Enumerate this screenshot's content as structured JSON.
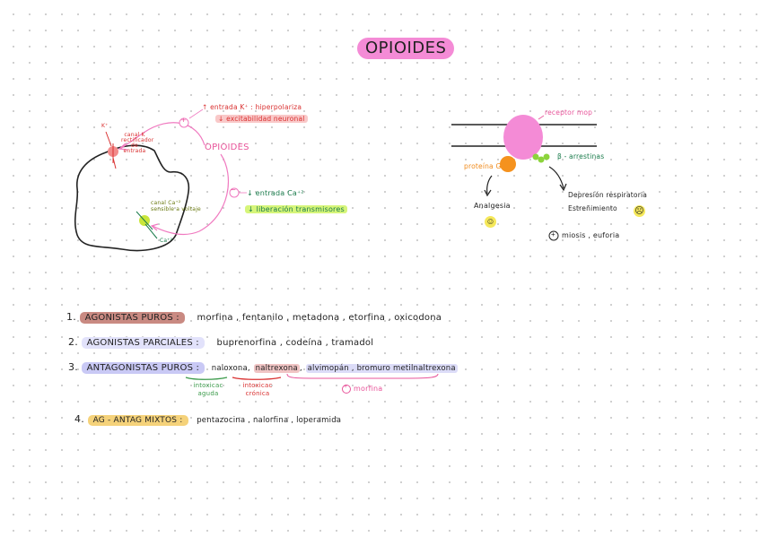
{
  "title": "OPIOIDES",
  "colors": {
    "pink": "#e8549a",
    "title_bg": "#f48bd6",
    "red": "#d93030",
    "green": "#187a4a",
    "orange": "#f08a1a",
    "lime": "#d6f57a",
    "brown": "#c98a82",
    "lavender": "#c9c9f5",
    "yellow": "#f5d27a"
  },
  "cell_diagram": {
    "center_label": "OPIOIDES",
    "plus_sign": "+",
    "minus_sign": "−",
    "k_ion": "K⁺",
    "k_channel_label": "canal K rectificador de entrada",
    "ca_channel_label": "canal Ca⁺² sensible a voltaje",
    "ca_ion": "Ca⁺²",
    "k_effect_1": "↑ entrada K⁺ : hiperpolariza",
    "k_effect_2": "↓ excitabilidad neuronal",
    "ca_effect_1": "↓ entrada Ca⁺²",
    "ca_effect_2": "↓ liberación transmisores"
  },
  "receptor_diagram": {
    "receptor_label": "receptor mop",
    "proteina_label": "proteína G",
    "arrestina_label": "β - arrestinas",
    "analgesia": "Analgesia",
    "adverse_1": "Depresión respiratoria",
    "adverse_2": "Estreñimiento",
    "plus_sign": "+",
    "extra": "miosis , euforia",
    "happy_face": "☺",
    "sad_face": "☹"
  },
  "classes": [
    {
      "num": "1.",
      "label": "AGONISTAS PUROS :",
      "drugs": "morfina , fentanilo , metadona , etorfina , oxicodona"
    },
    {
      "num": "2.",
      "label": "AGONISTAS PARCIALES :",
      "drugs": "buprenorfina , codeína , tramadol"
    },
    {
      "num": "3.",
      "label": "ANTAGONISTAS PUROS :",
      "drug_1": "naloxona",
      "sep_1": ",",
      "drug_2": "naltrexona",
      "sep_2": ",",
      "drug_3": "alvimopán , bromuro metilnaltrexona",
      "note_1": "intoxicac aguda",
      "note_2": "intoxicac crónica",
      "note_3": "morfina",
      "note_3_sign": "+"
    },
    {
      "num": "4.",
      "label": "AG - ANTAG MIXTOS :",
      "drugs": "pentazocina , nalorfina , loperamida"
    }
  ]
}
